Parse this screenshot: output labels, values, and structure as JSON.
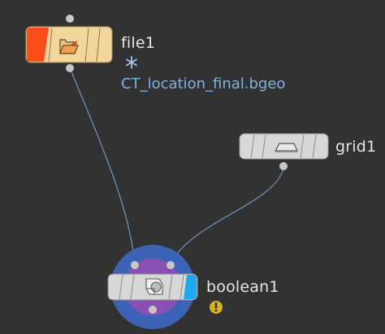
{
  "network": {
    "nodes": [
      {
        "id": "file1",
        "name": "file1",
        "type": "file",
        "icon": "folder-icon",
        "flag": "snowflake-icon",
        "status": "frozen",
        "info_text": "CT_location_final.bgeo",
        "body_color": "#f3d69a",
        "display_flag_color": "#ff4e19"
      },
      {
        "id": "grid1",
        "name": "grid1",
        "type": "grid",
        "icon": "grid-plane-icon",
        "body_color": "#d7d7d7"
      },
      {
        "id": "boolean1",
        "name": "boolean1",
        "type": "boolean",
        "icon": "boolean-icon",
        "flag": "warning-icon",
        "status": "warning",
        "body_color": "#d7d7d7",
        "display_flag_color": "#1ea8ef",
        "ring_outer_color": "#3c63b6",
        "ring_inner_color": "#8a50b4"
      }
    ],
    "wires": [
      {
        "from": "file1",
        "to": "boolean1",
        "input": 0
      },
      {
        "from": "grid1",
        "to": "boolean1",
        "input": 1
      }
    ],
    "colors": {
      "background": "#323232",
      "wire": "#6f8fb4",
      "connector": "#c8c8c8",
      "label": "#e6e6e6",
      "info_text": "#7fb0e0",
      "warning": "#d6b020"
    }
  }
}
